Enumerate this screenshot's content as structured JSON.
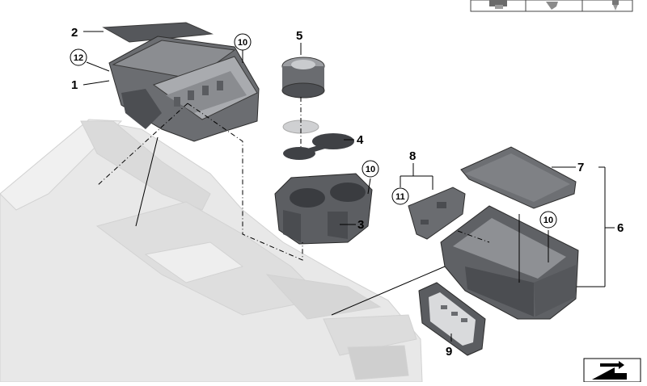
{
  "diagram": {
    "callouts": {
      "c1": "1",
      "c2": "2",
      "c3": "3",
      "c4": "4",
      "c5": "5",
      "c6": "6",
      "c7": "7",
      "c8": "8",
      "c9": "9"
    },
    "circled_callouts": {
      "c10a": "10",
      "c10b": "10",
      "c10c": "10",
      "c11": "11",
      "c12": "12"
    }
  },
  "colors": {
    "part_dark": "#5b5d61",
    "part_mid": "#8a8c90",
    "part_light": "#c4c6c9",
    "console_ghost": "#e6e6e6",
    "console_edge": "#cfcfcf",
    "line": "#000000"
  },
  "icons": {
    "top_strip": [
      "clip-icon",
      "screw-icon",
      "bolt-icon"
    ],
    "bottom_right": "navigation-arrow-icon"
  }
}
